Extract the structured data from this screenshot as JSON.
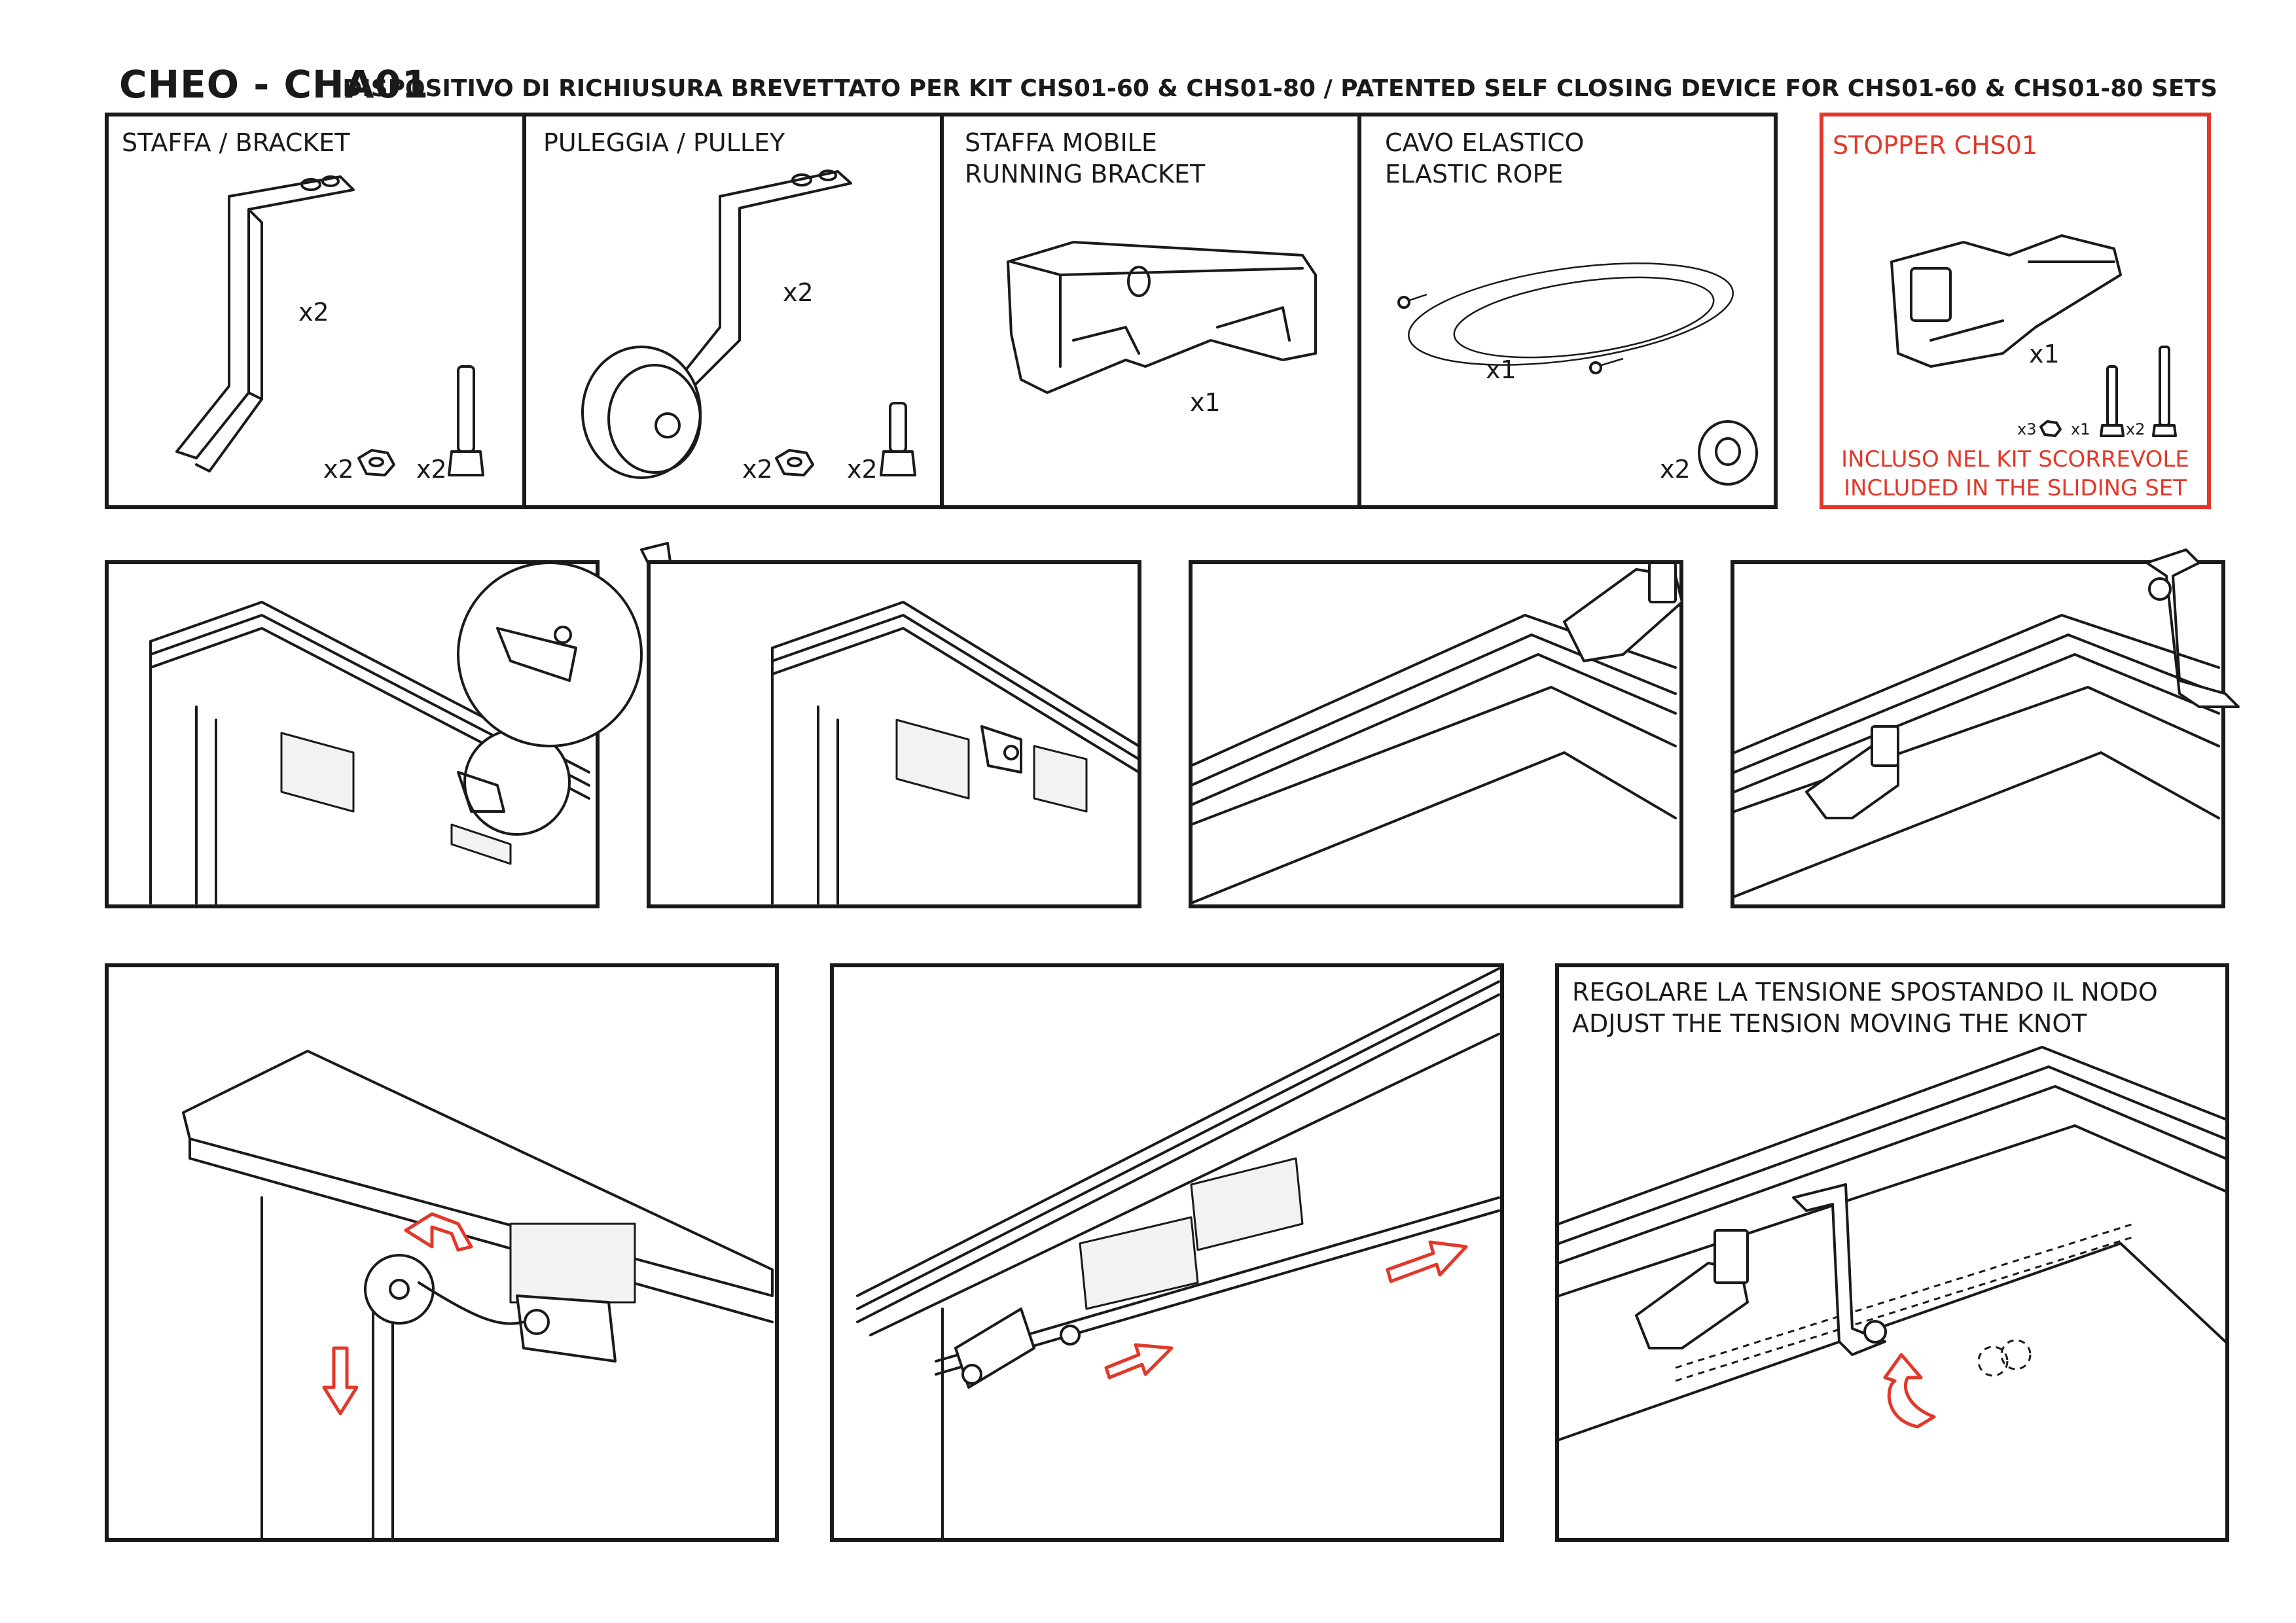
{
  "header": {
    "title": "CHEO - CHA01",
    "subtitle": "DISPOSITIVO DI RICHIUSURA BREVETTATO PER KIT CHS01-60 & CHS01-80 / PATENTED SELF CLOSING DEVICE FOR CHS01-60 & CHS01-80 SETS"
  },
  "parts": {
    "bracket": {
      "label": "STAFFA / BRACKET",
      "qty_main": "x2",
      "qty_nut": "x2",
      "qty_screw": "x2"
    },
    "pulley": {
      "label": "PULEGGIA / PULLEY",
      "qty_main": "x2",
      "qty_nut": "x2",
      "qty_screw": "x2"
    },
    "running_bracket": {
      "label_line1": "STAFFA MOBILE",
      "label_line2": "RUNNING BRACKET",
      "qty_main": "x1"
    },
    "elastic_rope": {
      "label_line1": "CAVO ELASTICO",
      "label_line2": "ELASTIC ROPE",
      "qty_main": "x1",
      "qty_cap": "x2"
    },
    "stopper": {
      "label": "STOPPER CHS01",
      "qty_main": "x1",
      "qty_nut": "x3",
      "qty_screw_short": "x1",
      "qty_screw_long": "x2",
      "note_line1": "INCLUSO NEL KIT SCORREVOLE",
      "note_line2": "INCLUDED IN THE SLIDING SET",
      "accent_color": "#e2382a"
    }
  },
  "steps": {
    "tension_note_line1": "REGOLARE LA TENSIONE SPOSTANDO IL NODO",
    "tension_note_line2": "ADJUST THE TENSION MOVING THE KNOT"
  },
  "icons": [
    "bracket-icon",
    "pulley-icon",
    "running-bracket-icon",
    "elastic-rope-icon",
    "stopper-icon",
    "nut-icon",
    "screw-icon",
    "cap-icon",
    "arrow-icon"
  ],
  "colors": {
    "line": "#1a1a1a",
    "accent": "#e2382a",
    "background": "#ffffff"
  }
}
